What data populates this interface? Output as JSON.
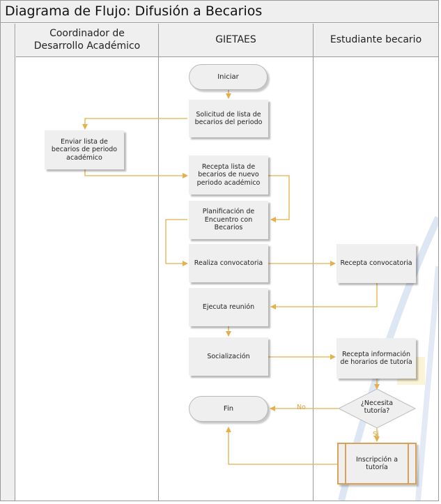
{
  "title": "Diagrama de Flujo: Difusión a Becarios",
  "lanes": {
    "coordinator": "Coordinador de Desarrollo Académico",
    "gietaes": "GIETAES",
    "student": "Estudiante becario"
  },
  "nodes": {
    "start": "Iniciar",
    "request_list": "Solicitud de lista de becarios del periodo",
    "send_list": "Enviar lista de becarios de periodo académico",
    "receive_list": "Recepta lista de becarios de nuevo periodo académico",
    "planning": "Planificación de Encuentro con Becarios",
    "call": "Realiza convocatoria",
    "receive_call": "Recepta convocatoria",
    "meeting": "Ejecuta reunión",
    "socialization": "Socialización",
    "receive_info": "Recepta información de horarios de tutoría",
    "needs_tutoring": "¿Necesita tutoría?",
    "end": "Fin",
    "enroll": "Inscripción a tutoría"
  },
  "edges": {
    "no": "No",
    "yes": "Si"
  },
  "colors": {
    "arrow": "#e3b04b",
    "box_fill": "#efefef",
    "header_fill": "#efefef",
    "border": "#9a9a9a"
  }
}
